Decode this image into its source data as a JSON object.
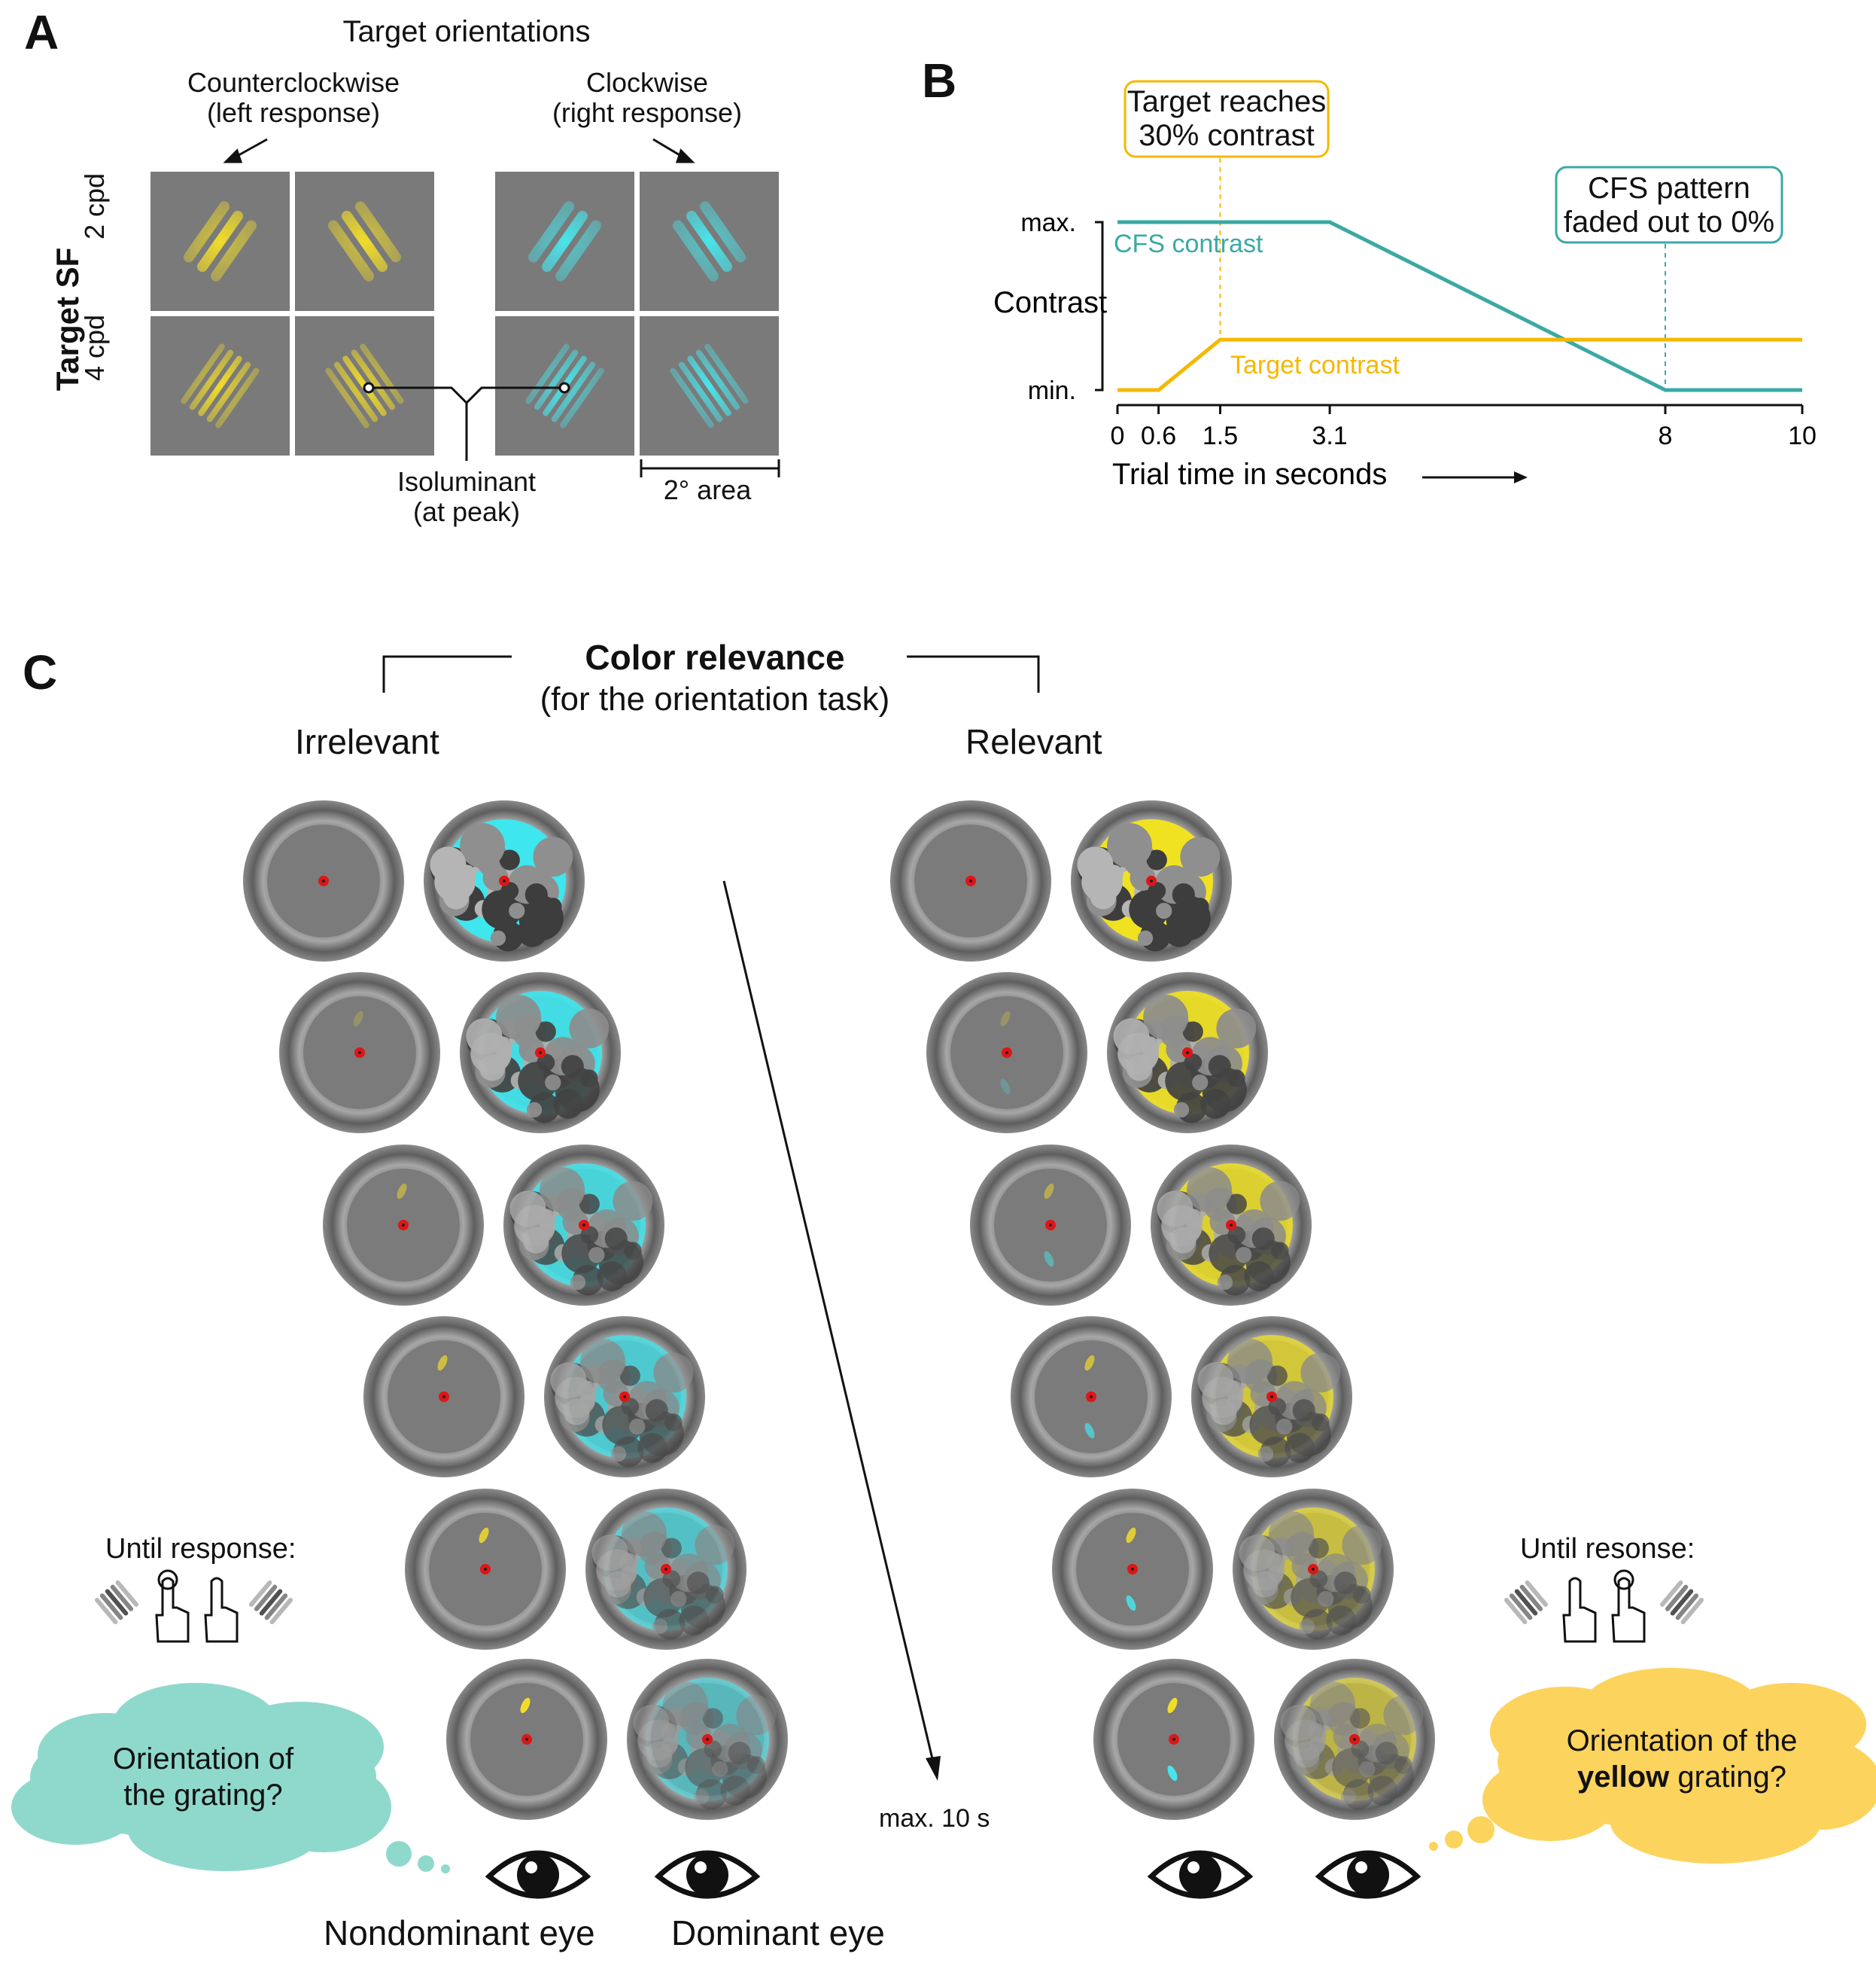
{
  "panelA": {
    "letter": "A",
    "title": "Target orientations",
    "ccw_label": "Counterclockwise\n(left response)",
    "cw_label": "Clockwise\n(right response)",
    "row_axis_label": "Target SF",
    "rows": [
      "2 cpd",
      "4 cpd"
    ],
    "isoluminant_label": "Isoluminant\n(at peak)",
    "area_label": "2° area"
  },
  "panelB": {
    "letter": "B",
    "callout_target": "Target reaches\n30% contrast",
    "callout_cfs": "CFS pattern\nfaded out to 0%",
    "chart_data": {
      "type": "line",
      "ylabel": "Contrast",
      "xlabel": "Trial time in seconds",
      "y_ticks": [
        "max.",
        "min."
      ],
      "x_ticks": [
        "0",
        "0.6",
        "1.5",
        "3.1",
        "8",
        "10"
      ],
      "xlim": [
        0,
        10
      ],
      "series": [
        {
          "name": "CFS contrast",
          "color": "#3aa9a5",
          "x": [
            0,
            3.1,
            8,
            10
          ],
          "y": [
            1.0,
            1.0,
            0.0,
            0.0
          ]
        },
        {
          "name": "Target contrast",
          "color": "#f5b800",
          "x": [
            0,
            0.6,
            1.5,
            10
          ],
          "y": [
            0.0,
            0.0,
            0.3,
            0.3
          ]
        }
      ]
    }
  },
  "panelC": {
    "letter": "C",
    "title": "Color relevance",
    "subtitle": "(for the orientation task)",
    "irrelevant_label": "Irrelevant",
    "relevant_label": "Relevant",
    "until_left": "Until response:",
    "until_right": "Until resonse:",
    "time_label": "max. 10 s",
    "thought_left": "Orientation of\nthe grating?",
    "thought_right_pre": "Orientation of the",
    "thought_right_bold": "yellow",
    "thought_right_post": " grating?",
    "eye_nondominant": "Nondominant eye",
    "eye_dominant": "Dominant eye",
    "colors": {
      "cyan": "#3ee6ee",
      "yellow": "#f1e221",
      "teal_bubble": "#8fd9cc",
      "yellow_bubble": "#fcd35c",
      "fixation": "#e01515"
    }
  }
}
